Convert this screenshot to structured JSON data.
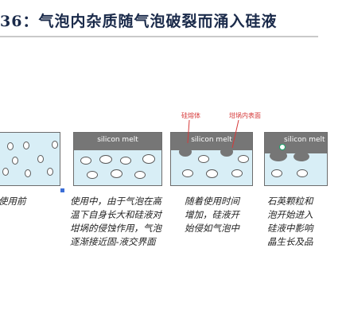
{
  "title": "36：气泡内杂质随气泡破裂而涌入硅液",
  "stages": [
    {
      "melt_label": "",
      "caption": "使用前"
    },
    {
      "melt_label": "silicon melt",
      "caption": "使用中，由于气泡在高\n温下自身长大和硅液对\n坩埚的侵蚀作用，气泡\n逐渐接近固-液交界面"
    },
    {
      "melt_label": "silicon melt",
      "caption": "随着使用时间\n增加，硅液开\n始侵如气泡中"
    },
    {
      "melt_label": "silicon melt",
      "caption": "石英颗粒和\n泡开始进入\n硅液中影响\n晶生长及品"
    }
  ],
  "annotations": {
    "label_a": "硅熔体",
    "label_b": "坩埚内表面"
  },
  "colors": {
    "quartz": "#d8eef6",
    "melt": "#767676",
    "annotation": "#d63a3a",
    "title": "#1a2a4a"
  }
}
